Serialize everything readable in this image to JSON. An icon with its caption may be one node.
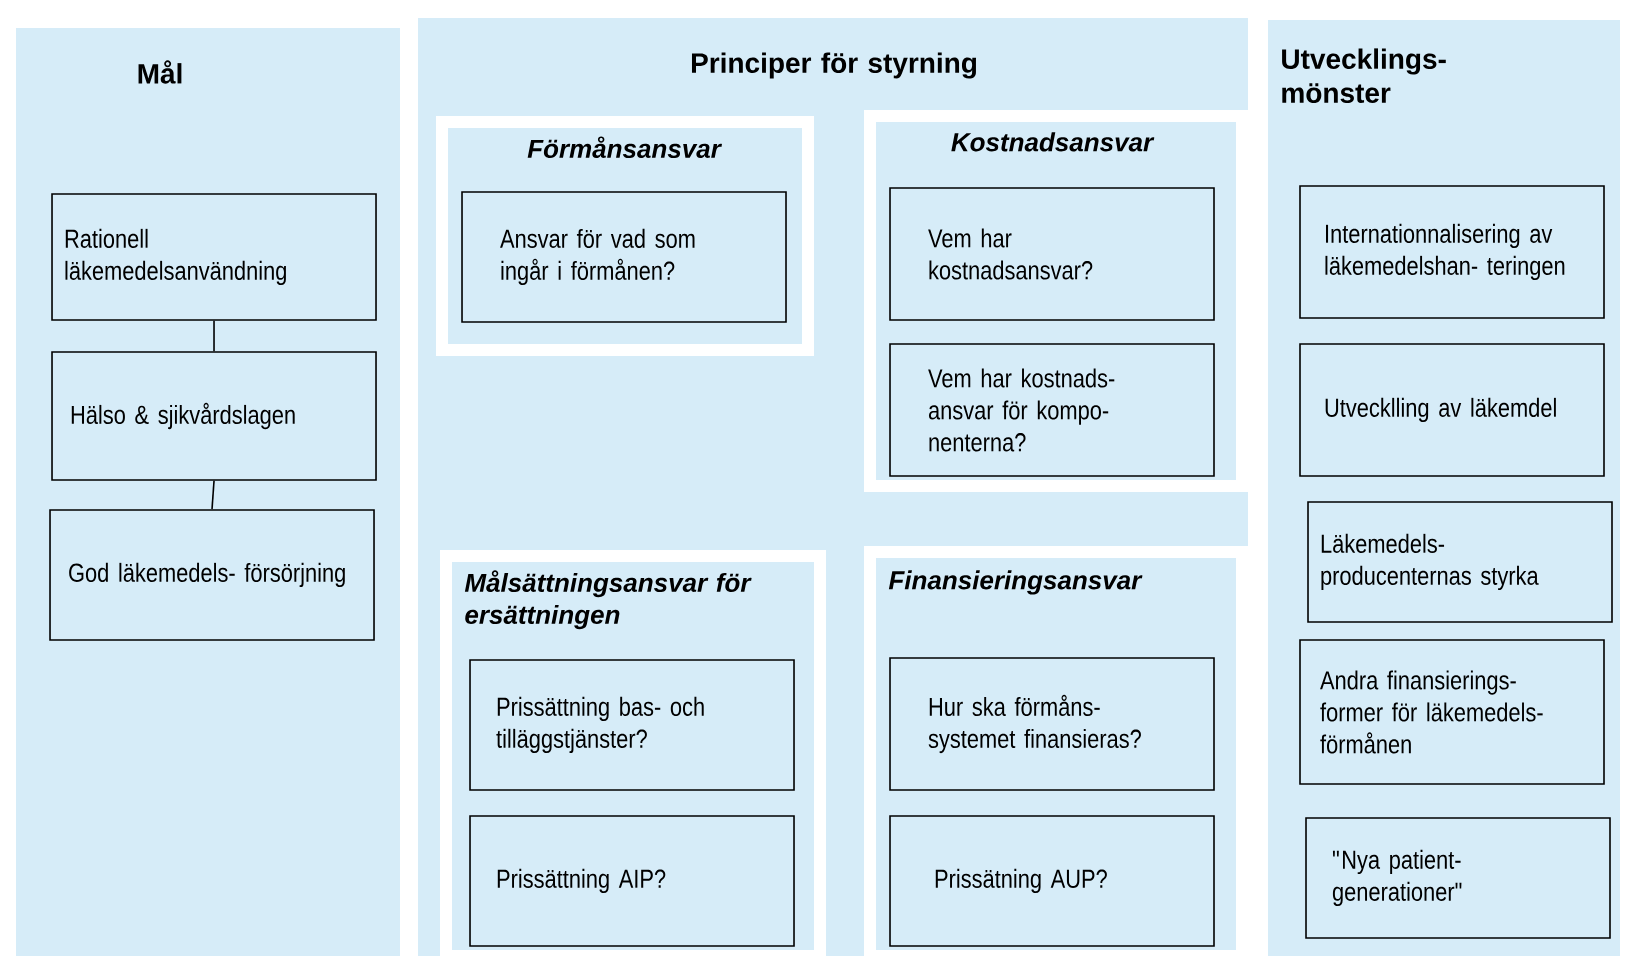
{
  "diagram": {
    "nodes": [
      {
        "text": [
          "Mål"
        ]
      },
      {
        "text": [
          "Rationell läkemedelsanvändning"
        ],
        "in": 0
      },
      {
        "text": [
          "Hälso & sjikvårdslagen"
        ],
        "in": 0
      },
      {
        "text": [
          "God läkemedels- försörjning"
        ],
        "in": 0
      },
      {
        "text": [
          "Principer för styrning"
        ]
      },
      {
        "text": [
          "Förmånsansvar"
        ],
        "in": 4
      },
      {
        "text": [
          "Ansvar för vad som ingår i förmånen?"
        ],
        "in": 5
      },
      {
        "text": [
          "Kostnadsansvar"
        ],
        "in": 4
      },
      {
        "text": [
          "Vem har kostnadsansvar?"
        ],
        "in": 7
      },
      {
        "text": [
          "Vem har kostnads- ansvar för kompo- nenterna?"
        ],
        "in": 7
      },
      {
        "text": [
          "Målsättningsansvar för ersättningen"
        ],
        "in": 4
      },
      {
        "text": [
          "Prissättning bas- och tilläggstjänster?"
        ],
        "in": 10
      },
      {
        "text": [
          "Prissättning AIP?"
        ],
        "in": 10
      },
      {
        "text": [
          "Finansieringsansvar"
        ],
        "in": 4
      },
      {
        "text": [
          "Hur ska förmåns- systemet finansieras?"
        ],
        "in": 13
      },
      {
        "text": [
          "Prissätning AUP?"
        ],
        "in": 13
      },
      {
        "text": [
          "Utvecklings- mönster"
        ]
      },
      {
        "text": [
          "Internationnalisering av läkemedelshan- teringen"
        ],
        "in": 16
      },
      {
        "text": [
          "Utvecklling av läkemdel"
        ],
        "in": 16
      },
      {
        "text": [
          "Läkemedels- producenternas styrka"
        ],
        "in": 16
      },
      {
        "text": [
          "Andra finansierings- former för läkemedels- förmånen"
        ],
        "in": 16
      },
      {
        "text": [
          "\"Nya patient- generationer\""
        ],
        "in": 16
      }
    ],
    "edges": [
      {
        "from": 1,
        "to": 2,
        "arrow": "none"
      },
      {
        "from": 2,
        "to": 3,
        "arrow": "none"
      }
    ]
  }
}
